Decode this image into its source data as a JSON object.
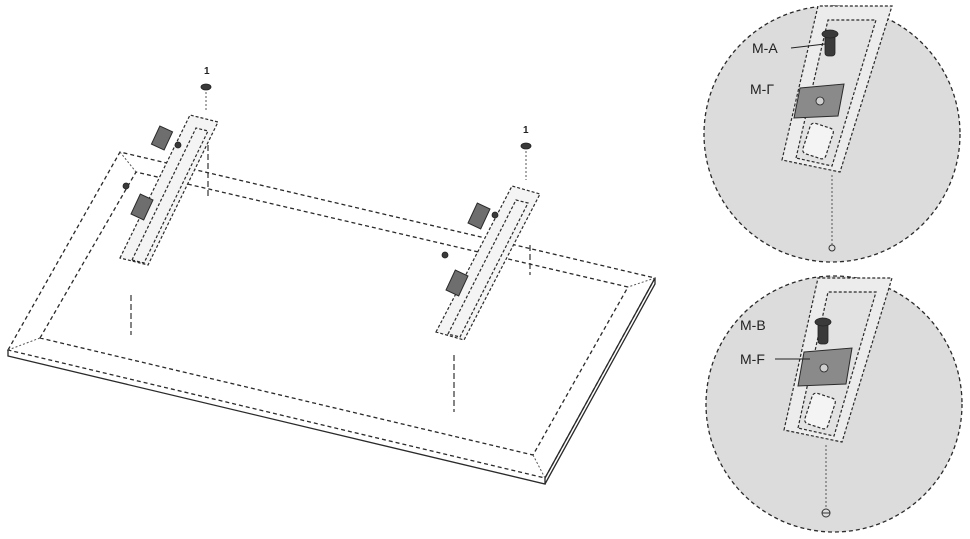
{
  "callouts": {
    "top": {
      "screw_label": "M-A",
      "plate_label": "M-Г"
    },
    "bottom": {
      "screw_label": "M-B",
      "plate_label": "M-F"
    }
  },
  "main": {
    "left_bracket_number": "1",
    "right_bracket_number": "1"
  }
}
